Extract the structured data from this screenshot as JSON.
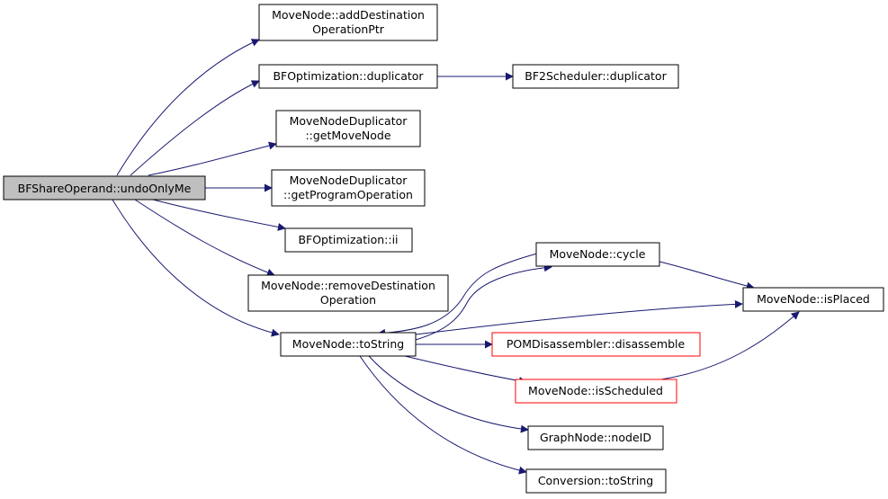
{
  "colors": {
    "edge": "#191970",
    "node_border": "#000000",
    "node_fill": "#ffffff",
    "focus_fill": "#bfbfbf",
    "truncated_border": "#ff0000"
  },
  "nodes": {
    "undoOnlyMe": {
      "lines": [
        "BFShareOperand::undoOnlyMe"
      ],
      "focus": true
    },
    "addDestinationOperationPtr": {
      "lines": [
        "MoveNode::addDestination",
        "OperationPtr"
      ]
    },
    "bfoDuplicator": {
      "lines": [
        "BFOptimization::duplicator"
      ]
    },
    "bf2Duplicator": {
      "lines": [
        "BF2Scheduler::duplicator"
      ]
    },
    "getMoveNode": {
      "lines": [
        "MoveNodeDuplicator",
        "::getMoveNode"
      ]
    },
    "getProgramOperation": {
      "lines": [
        "MoveNodeDuplicator",
        "::getProgramOperation"
      ]
    },
    "ii": {
      "lines": [
        "BFOptimization::ii"
      ]
    },
    "removeDestinationOperation": {
      "lines": [
        "MoveNode::removeDestination",
        "Operation"
      ]
    },
    "mnToString": {
      "lines": [
        "MoveNode::toString"
      ]
    },
    "cycle": {
      "lines": [
        "MoveNode::cycle"
      ]
    },
    "isPlaced": {
      "lines": [
        "MoveNode::isPlaced"
      ]
    },
    "disassemble": {
      "lines": [
        "POMDisassembler::disassemble"
      ],
      "truncated": true
    },
    "isScheduled": {
      "lines": [
        "MoveNode::isScheduled"
      ],
      "truncated": true
    },
    "nodeID": {
      "lines": [
        "GraphNode::nodeID"
      ]
    },
    "convToString": {
      "lines": [
        "Conversion::toString"
      ]
    }
  }
}
